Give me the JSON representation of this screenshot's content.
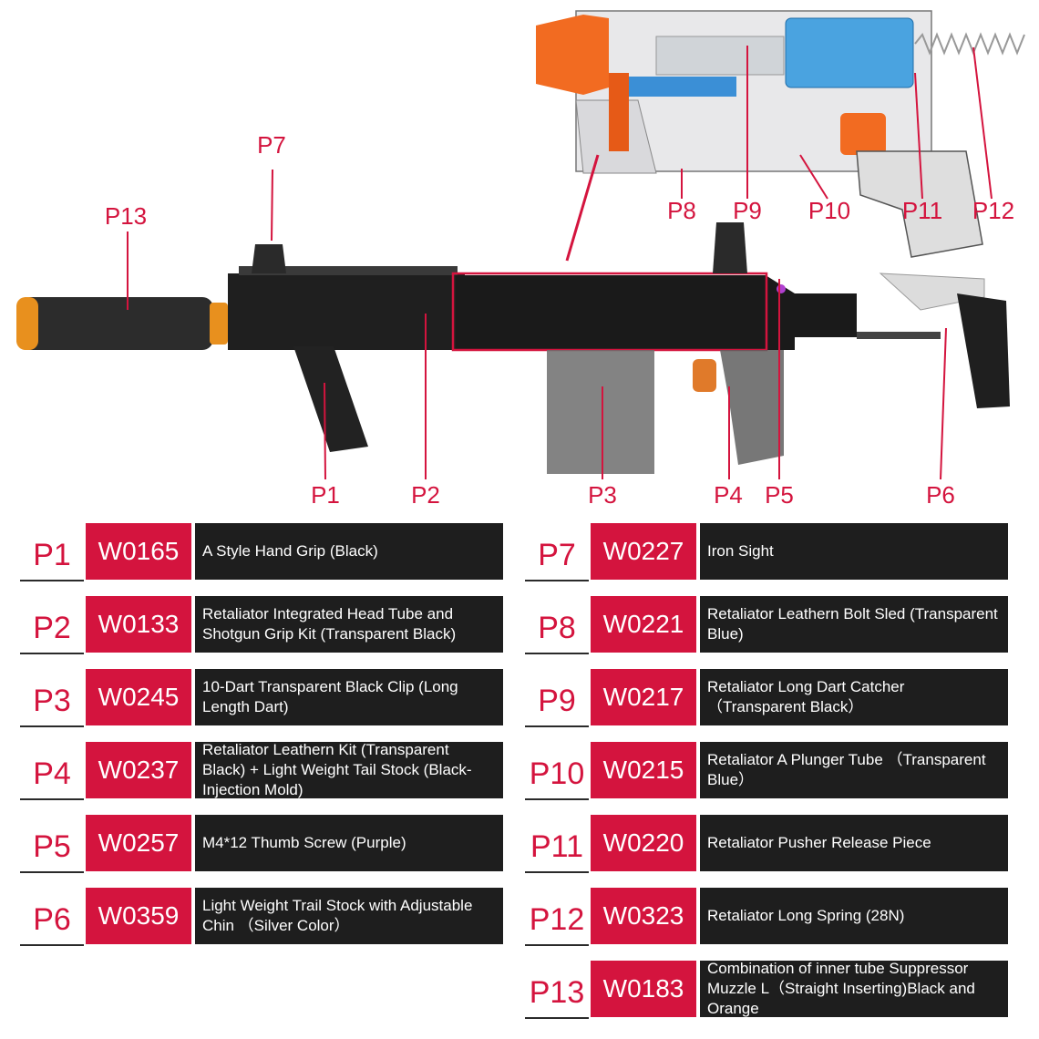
{
  "callouts": {
    "p1": "P1",
    "p2": "P2",
    "p3": "P3",
    "p4": "P4",
    "p5": "P5",
    "p6": "P6",
    "p7": "P7",
    "p8": "P8",
    "p9": "P9",
    "p10": "P10",
    "p11": "P11",
    "p12": "P12",
    "p13": "P13"
  },
  "colors": {
    "accent": "#d4143e",
    "dark": "#1e1e1e",
    "orange": "#f26b21",
    "blue": "#3b8fd6"
  },
  "parts": [
    {
      "id": "P1",
      "code": "W0165",
      "desc": "A  Style Hand Grip  (Black)"
    },
    {
      "id": "P2",
      "code": "W0133",
      "desc": "Retaliator Integrated Head Tube and Shotgun Grip Kit  (Transparent Black)"
    },
    {
      "id": "P3",
      "code": "W0245",
      "desc": "10-Dart Transparent Black Clip (Long Length Dart)"
    },
    {
      "id": "P4",
      "code": "W0237",
      "desc": "Retaliator Leathern Kit (Transparent Black) + Light Weight Tail Stock (Black-Injection Mold)"
    },
    {
      "id": "P5",
      "code": "W0257",
      "desc": "M4*12 Thumb Screw  (Purple)"
    },
    {
      "id": "P6",
      "code": "W0359",
      "desc": "Light Weight Trail Stock with Adjustable Chin  （Silver Color）"
    },
    {
      "id": "P7",
      "code": "W0227",
      "desc": "Iron Sight"
    },
    {
      "id": "P8",
      "code": "W0221",
      "desc": "Retaliator Leathern Bolt Sled (Transparent Blue)"
    },
    {
      "id": "P9",
      "code": "W0217",
      "desc": "Retaliator Long Dart Catcher （Transparent Black）"
    },
    {
      "id": "P10",
      "code": "W0215",
      "desc": "Retaliator  A Plunger Tube （Transparent Blue）"
    },
    {
      "id": "P11",
      "code": "W0220",
      "desc": "Retaliator Pusher Release Piece"
    },
    {
      "id": "P12",
      "code": "W0323",
      "desc": "Retaliator  Long Spring (28N)"
    },
    {
      "id": "P13",
      "code": "W0183",
      "desc": "Combination of inner tube Suppressor Muzzle L（Straight Inserting)Black and Orange"
    }
  ]
}
